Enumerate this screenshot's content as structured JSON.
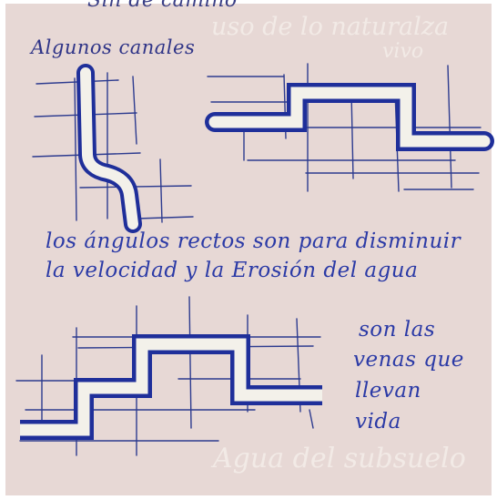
{
  "page": {
    "top_partial": "Sin de camino",
    "label_algunos": "Algunos canales",
    "faint_top_line1": "uso de lo naturalza",
    "faint_top_line2": "vivo",
    "sentence_line1": "los ángulos rectos son para disminuir",
    "sentence_line2_prefix": "la velocidad y la",
    "sentence_line2_highlight": "Erosión",
    "sentence_line2_suffix": "del agua",
    "side_note": [
      "son las",
      "venas que",
      "llevan",
      "vida"
    ],
    "faint_bottom": "Agua del subsuelo"
  },
  "colors": {
    "paper": "#eadcd9",
    "grid_ink": "#2d3b8f",
    "channel_ink": "#1f2f9a",
    "channel_fill": "#f3f1ea",
    "text_ink": "#2b3aa6"
  }
}
